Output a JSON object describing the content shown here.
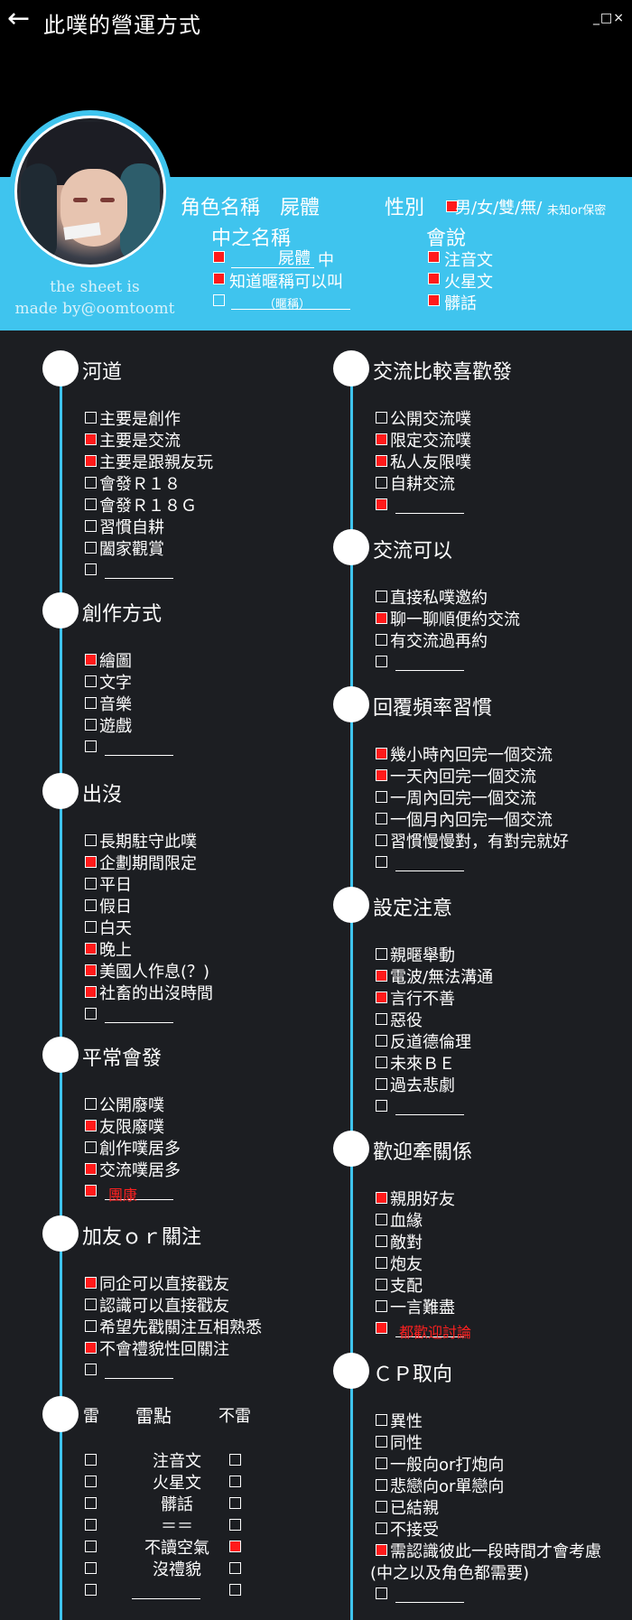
{
  "header": {
    "back_icon": "←",
    "title": "此噗的營運方式",
    "window_icons": "_□×"
  },
  "profile": {
    "credit_line1": "the sheet is",
    "credit_line2": "made by@oomtoomt",
    "char_name_label": "角色名稱",
    "char_name_value": "屍體",
    "gender_label": "性別",
    "gender_options": "男/女/雙/無/",
    "gender_extra": "未知or保密",
    "pl_name_label": "中之名稱",
    "pl_name_value": "屍體",
    "pl_name_suffix": "中",
    "nickname_label": "知道暱稱可以叫",
    "nickname_value": "（暱稱）",
    "lang_label": "會說",
    "lang_items": [
      "注音文",
      "火星文",
      "髒話"
    ]
  },
  "left_sections": [
    {
      "title": "河道",
      "items": [
        {
          "label": "主要是創作",
          "checked": false
        },
        {
          "label": "主要是交流",
          "checked": true
        },
        {
          "label": "主要是跟親友玩",
          "checked": true
        },
        {
          "label": "會發Ｒ１８",
          "checked": false
        },
        {
          "label": "會發Ｒ１８Ｇ",
          "checked": false
        },
        {
          "label": "習慣自耕",
          "checked": false
        },
        {
          "label": "闔家觀賞",
          "checked": false
        },
        {
          "label": "",
          "checked": false,
          "blank": true
        }
      ]
    },
    {
      "title": "創作方式",
      "items": [
        {
          "label": "繪圖",
          "checked": true
        },
        {
          "label": "文字",
          "checked": false
        },
        {
          "label": "音樂",
          "checked": false
        },
        {
          "label": "遊戲",
          "checked": false
        },
        {
          "label": "",
          "checked": false,
          "blank": true
        }
      ]
    },
    {
      "title": "出沒",
      "items": [
        {
          "label": "長期駐守此噗",
          "checked": false
        },
        {
          "label": "企劃期間限定",
          "checked": true
        },
        {
          "label": "平日",
          "checked": false
        },
        {
          "label": "假日",
          "checked": false
        },
        {
          "label": "白天",
          "checked": false
        },
        {
          "label": "晚上",
          "checked": true
        },
        {
          "label": "美國人作息(？)",
          "checked": true
        },
        {
          "label": "社畜的出沒時間",
          "checked": true
        },
        {
          "label": "",
          "checked": false,
          "blank": true
        }
      ]
    },
    {
      "title": "平常會發",
      "items": [
        {
          "label": "公開廢噗",
          "checked": false
        },
        {
          "label": "友限廢噗",
          "checked": true
        },
        {
          "label": "創作噗居多",
          "checked": false
        },
        {
          "label": "交流噗居多",
          "checked": true
        },
        {
          "label": "團康",
          "checked": true,
          "blank": true,
          "red": true
        }
      ]
    },
    {
      "title": "加友ｏｒ關注",
      "items": [
        {
          "label": "同企可以直接戳友",
          "checked": true
        },
        {
          "label": "認識可以直接戳友",
          "checked": false
        },
        {
          "label": "希望先戳關注互相熟悉",
          "checked": false
        },
        {
          "label": "不會禮貌性回關注",
          "checked": true
        },
        {
          "label": "",
          "checked": false,
          "blank": true
        }
      ]
    }
  ],
  "lei": {
    "title_left": "雷",
    "title_mid": "雷點",
    "title_right": "不雷",
    "rows": [
      {
        "label": "注音文",
        "lei": false,
        "bulei": false
      },
      {
        "label": "火星文",
        "lei": false,
        "bulei": false
      },
      {
        "label": "髒話",
        "lei": false,
        "bulei": false
      },
      {
        "label": "＝＝",
        "lei": false,
        "bulei": false
      },
      {
        "label": "不讀空氣",
        "lei": false,
        "bulei": true
      },
      {
        "label": "沒禮貌",
        "lei": false,
        "bulei": false
      },
      {
        "label": "",
        "lei": false,
        "bulei": false,
        "blank": true
      }
    ]
  },
  "right_sections": [
    {
      "title": "交流比較喜歡發",
      "items": [
        {
          "label": "公開交流噗",
          "checked": false
        },
        {
          "label": "限定交流噗",
          "checked": true
        },
        {
          "label": "私人友限噗",
          "checked": true
        },
        {
          "label": "自耕交流",
          "checked": false
        },
        {
          "label": "",
          "checked": true,
          "blank": true
        }
      ]
    },
    {
      "title": "交流可以",
      "items": [
        {
          "label": "直接私噗邀約",
          "checked": false
        },
        {
          "label": "聊一聊順便約交流",
          "checked": true
        },
        {
          "label": "有交流過再約",
          "checked": false
        },
        {
          "label": "",
          "checked": false,
          "blank": true
        }
      ]
    },
    {
      "title": "回覆頻率習慣",
      "items": [
        {
          "label": "幾小時內回完一個交流",
          "checked": true
        },
        {
          "label": "一天內回完一個交流",
          "checked": true
        },
        {
          "label": "一周內回完一個交流",
          "checked": false
        },
        {
          "label": "一個月內回完一個交流",
          "checked": false
        },
        {
          "label": "習慣慢慢對，有對完就好",
          "checked": false
        },
        {
          "label": "",
          "checked": false,
          "blank": true
        }
      ]
    },
    {
      "title": "設定注意",
      "items": [
        {
          "label": "親暱舉動",
          "checked": false
        },
        {
          "label": "電波/無法溝通",
          "checked": true
        },
        {
          "label": "言行不善",
          "checked": true
        },
        {
          "label": "惡役",
          "checked": false
        },
        {
          "label": "反道德倫理",
          "checked": false
        },
        {
          "label": "未來ＢＥ",
          "checked": false
        },
        {
          "label": "過去悲劇",
          "checked": false
        },
        {
          "label": "",
          "checked": false,
          "blank": true
        }
      ]
    },
    {
      "title": "歡迎牽關係",
      "items": [
        {
          "label": "親朋好友",
          "checked": true
        },
        {
          "label": "血緣",
          "checked": false
        },
        {
          "label": "敵對",
          "checked": false
        },
        {
          "label": "炮友",
          "checked": false
        },
        {
          "label": "支配",
          "checked": false
        },
        {
          "label": "一言難盡",
          "checked": false
        },
        {
          "label": "都歡迎討論",
          "checked": true,
          "blank": true,
          "red": true
        }
      ]
    },
    {
      "title": "ＣＰ取向",
      "items": [
        {
          "label": "異性",
          "checked": false
        },
        {
          "label": "同性",
          "checked": false
        },
        {
          "label": "一般向or打炮向",
          "checked": false
        },
        {
          "label": "悲戀向or單戀向",
          "checked": false
        },
        {
          "label": "已結親",
          "checked": false
        },
        {
          "label": "不接受",
          "checked": false
        },
        {
          "label": "需認識彼此一段時間才會考慮",
          "checked": true
        },
        {
          "label": "(中之以及角色都需要)",
          "checked": false,
          "note": true
        },
        {
          "label": "",
          "checked": false,
          "blank": true
        }
      ]
    }
  ]
}
